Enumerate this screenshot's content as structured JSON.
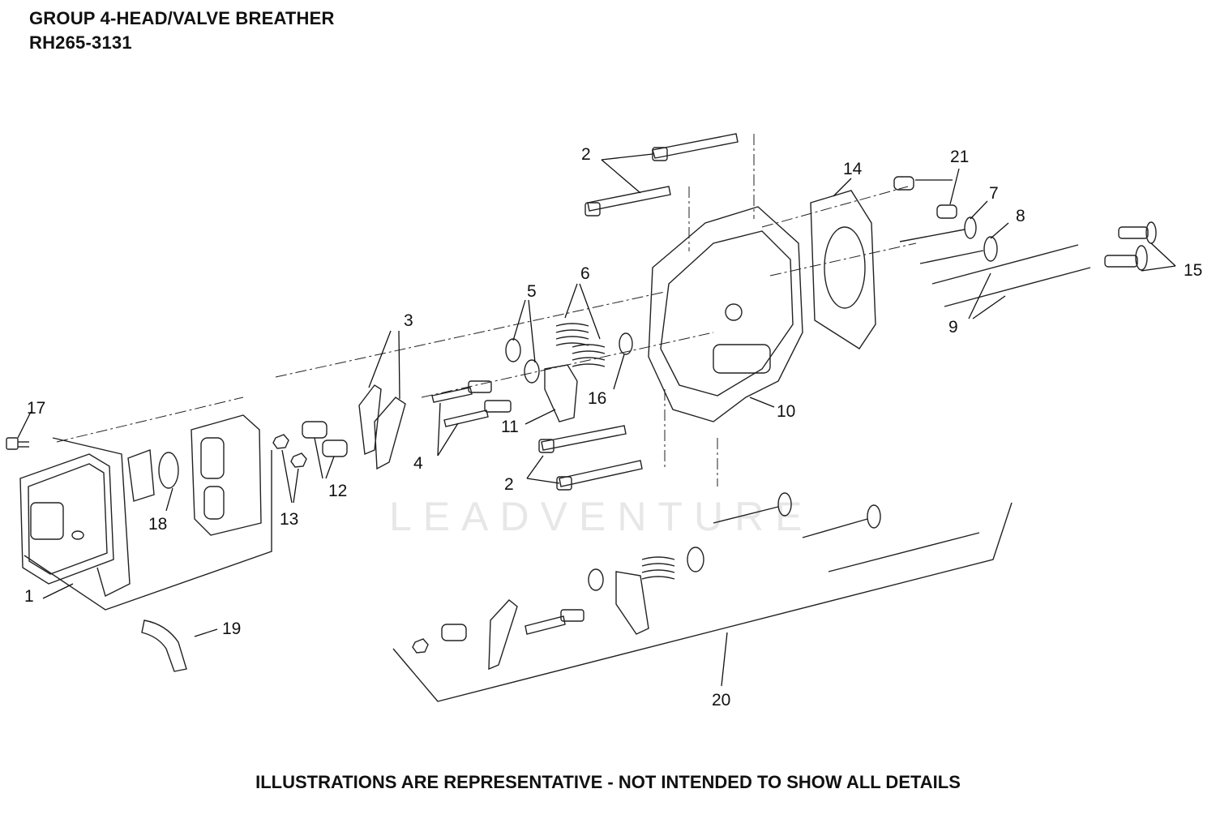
{
  "header": {
    "title": "GROUP 4-HEAD/VALVE BREATHER",
    "model": "RH265-3131"
  },
  "footer": {
    "disclaimer": "ILLUSTRATIONS ARE REPRESENTATIVE - NOT INTENDED TO SHOW ALL DETAILS"
  },
  "watermark": {
    "text": "LEADVENTURE"
  },
  "callouts": {
    "c1": "1",
    "c2a": "2",
    "c2b": "2",
    "c3": "3",
    "c4": "4",
    "c5": "5",
    "c6": "6",
    "c7": "7",
    "c8": "8",
    "c9": "9",
    "c10": "10",
    "c11": "11",
    "c12": "12",
    "c13": "13",
    "c14": "14",
    "c15": "15",
    "c16": "16",
    "c17": "17",
    "c18": "18",
    "c19": "19",
    "c20": "20",
    "c21": "21"
  }
}
